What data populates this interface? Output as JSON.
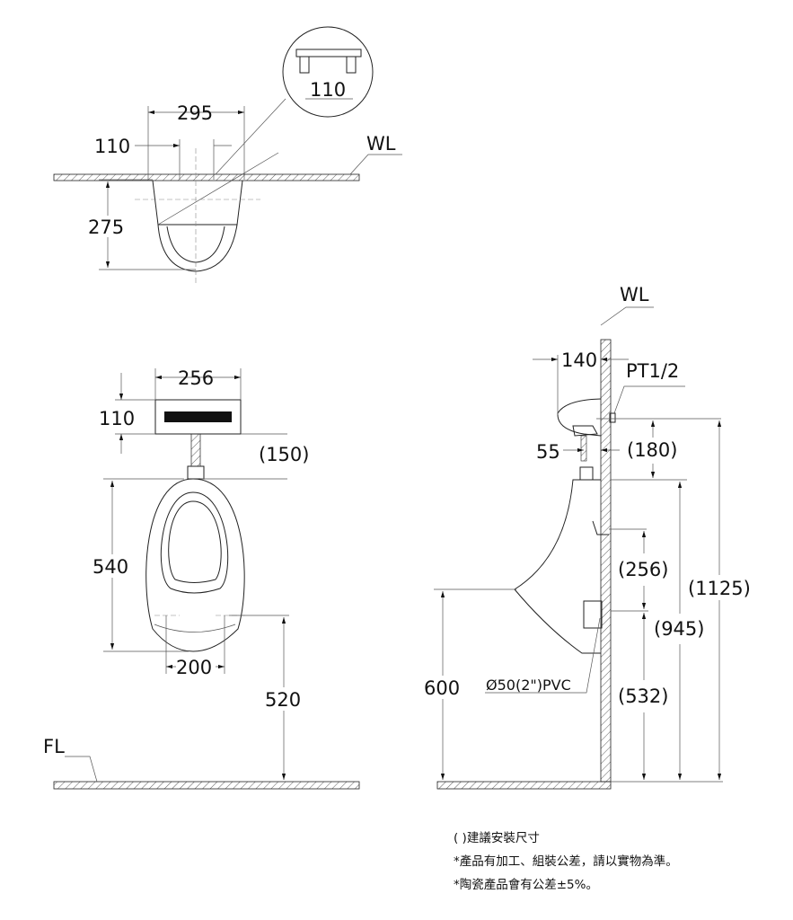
{
  "top_view": {
    "dim_width": "295",
    "dim_holes": "110",
    "dim_depth": "275",
    "wall_label": "WL",
    "detail_dim": "110"
  },
  "front_view": {
    "dim_sensor_width": "256",
    "dim_sensor_height": "110",
    "dim_gap": "(150)",
    "dim_bowl_height": "540",
    "dim_holes": "200",
    "dim_hole_height": "520",
    "floor_label": "FL"
  },
  "side_view": {
    "wall_label": "WL",
    "dim_projection": "140",
    "pipe_label": "PT1/2",
    "dim_pipe_offset": "55",
    "dim_supply_gap": "(180)",
    "dim_bracket_spacing": "(256)",
    "dim_total": "(1125)",
    "dim_top": "(945)",
    "dim_bracket": "(532)",
    "dim_rim": "600",
    "drain_label": "Ø50(2\")PVC"
  },
  "notes": [
    "( )建議安裝尺寸",
    "*產品有加工、組裝公差，請以實物為準。",
    "*陶瓷產品會有公差±5%。"
  ]
}
